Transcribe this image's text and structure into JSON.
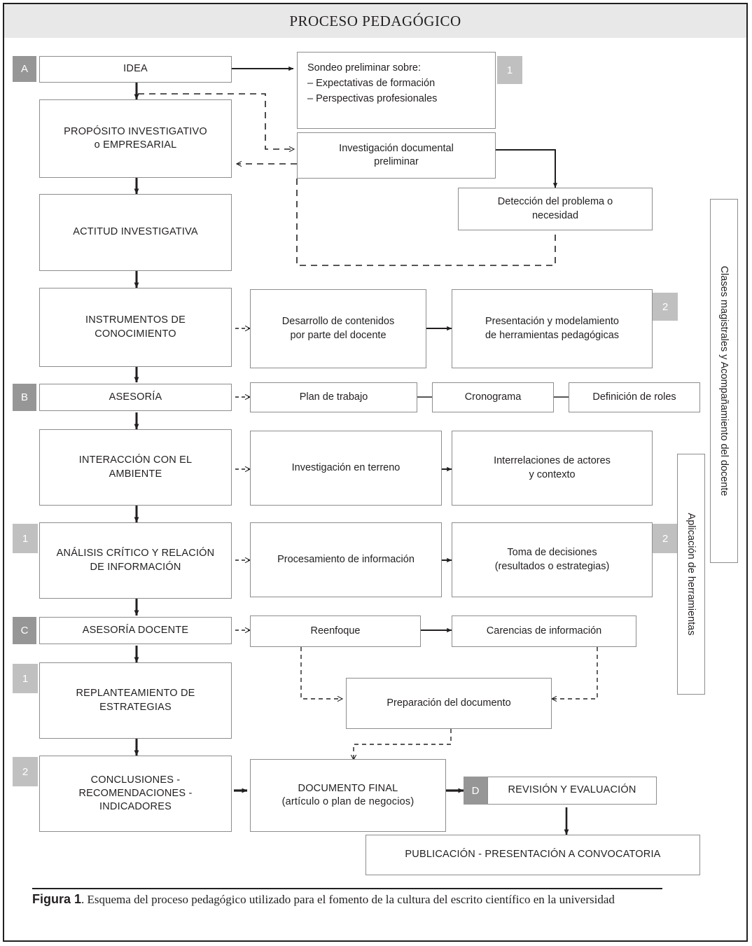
{
  "header": {
    "title": "PROCESO PEDAGÓGICO"
  },
  "caption": {
    "label": "Figura 1",
    "text": ". Esquema del proceso pedagógico utilizado para el fomento de la cultura del escrito científico en la universidad"
  },
  "colors": {
    "badge_dark": "#969696",
    "badge_light": "#c0c0c0",
    "header_band": "#e8e8e8",
    "box_border": "#8d8d8d",
    "frame": "#231f20"
  },
  "badges": [
    {
      "id": "A",
      "label": "A",
      "tone": "dark"
    },
    {
      "id": "B",
      "label": "B",
      "tone": "dark"
    },
    {
      "id": "C",
      "label": "C",
      "tone": "dark"
    },
    {
      "id": "D",
      "label": "D",
      "tone": "dark"
    },
    {
      "id": "one_sondeo",
      "label": "1",
      "tone": "light"
    },
    {
      "id": "two_presentacion",
      "label": "2",
      "tone": "light"
    },
    {
      "id": "one_analisis",
      "label": "1",
      "tone": "light"
    },
    {
      "id": "two_toma",
      "label": "2",
      "tone": "light"
    },
    {
      "id": "one_replanteamiento",
      "label": "1",
      "tone": "light"
    },
    {
      "id": "two_conclusiones",
      "label": "2",
      "tone": "light"
    }
  ],
  "nodes": {
    "idea": "IDEA",
    "proposito": "PROPÓSITO INVESTIGATIVO\no EMPRESARIAL",
    "actitud": "ACTITUD INVESTIGATIVA",
    "instrumentos": "INSTRUMENTOS DE\nCONOCIMIENTO",
    "asesoria": "ASESORÍA",
    "interaccion": "INTERACCIÓN CON EL\nAMBIENTE",
    "analisis": "ANÁLISIS CRÍTICO Y RELACIÓN\nDE INFORMACIÓN",
    "asesoria_docente": "ASESORÍA DOCENTE",
    "replanteamiento": "REPLANTEAMIENTO DE\nESTRATEGIAS",
    "conclusiones": "CONCLUSIONES -\nRECOMENDACIONES -\nINDICADORES",
    "sondeo": "Sondeo preliminar sobre:\n– Expectativas de formación\n – Perspectivas profesionales",
    "investigacion_doc": "Investigación documental\npreliminar",
    "deteccion": "Detección del problema o\nnecesidad",
    "desarrollo": "Desarrollo de contenidos\npor parte del docente",
    "presentacion": "Presentación y modelamiento\nde herramientas pedagógicas",
    "plan": "Plan de trabajo",
    "cronograma": "Cronograma",
    "roles": "Definición de roles",
    "inv_terreno": "Investigación en terreno",
    "interrelaciones": "Interrelaciones de actores\ny contexto",
    "procesamiento": "Procesamiento de información",
    "toma": "Toma de decisiones\n(resultados o estrategias)",
    "reenfoque": "Reenfoque",
    "carencias": "Carencias de información",
    "preparacion": "Preparación del documento",
    "documento_final": "DOCUMENTO FINAL\n(artículo o plan de negocios)",
    "revision": "REVISIÓN Y EVALUACIÓN",
    "publicacion": "PUBLICACIÓN - PRESENTACIÓN A CONVOCATORIA"
  },
  "brackets": {
    "clases": "Clases magistrales y Acompañamiento del docente",
    "aplicacion": "Aplicación de herramientas"
  }
}
